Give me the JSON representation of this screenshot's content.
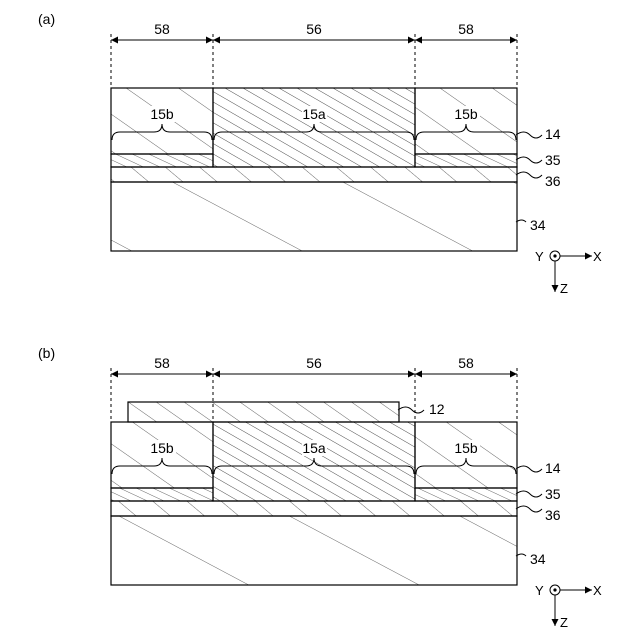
{
  "panels": [
    {
      "id": "a",
      "label": "(a)",
      "regions": {
        "left": "58",
        "center": "56",
        "right": "58"
      },
      "region_labels": {
        "left": "15b",
        "center": "15a",
        "right": "15b"
      },
      "layers": {
        "l14": "14",
        "l35": "35",
        "l36": "36",
        "l34": "34"
      }
    },
    {
      "id": "b",
      "label": "(b)",
      "regions": {
        "left": "58",
        "center": "56",
        "right": "58"
      },
      "region_labels": {
        "left": "15b",
        "center": "15a",
        "right": "15b"
      },
      "layers": {
        "l12": "12",
        "l14": "14",
        "l35": "35",
        "l36": "36",
        "l34": "34"
      }
    }
  ],
  "axes": {
    "y": "Y",
    "x": "X",
    "z": "Z"
  }
}
